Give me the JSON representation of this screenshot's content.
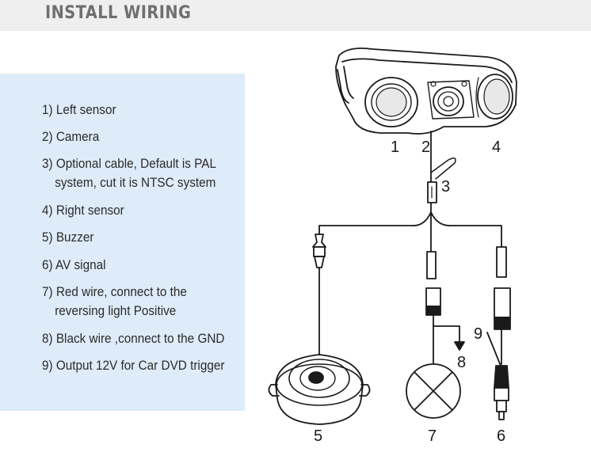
{
  "header": {
    "title": "INSTALL WIRING"
  },
  "legend": {
    "items": [
      {
        "line1": "1) Left sensor",
        "line2": ""
      },
      {
        "line1": "2) Camera",
        "line2": ""
      },
      {
        "line1": "3) Optional cable, Default is PAL",
        "line2": "system, cut it is NTSC system"
      },
      {
        "line1": "4) Right sensor",
        "line2": ""
      },
      {
        "line1": "5) Buzzer",
        "line2": ""
      },
      {
        "line1": "6) AV signal",
        "line2": ""
      },
      {
        "line1": "7) Red wire, connect to the",
        "line2": "reversing light Positive"
      },
      {
        "line1": "8) Black wire ,connect to the GND",
        "line2": ""
      },
      {
        "line1": "9) Output 12V for Car DVD trigger",
        "line2": ""
      }
    ]
  },
  "diagram": {
    "labels": {
      "n1": "1",
      "n2": "2",
      "n3": "3",
      "n4": "4",
      "n5": "5",
      "n6": "6",
      "n7": "7",
      "n8": "8",
      "n9": "9"
    }
  }
}
